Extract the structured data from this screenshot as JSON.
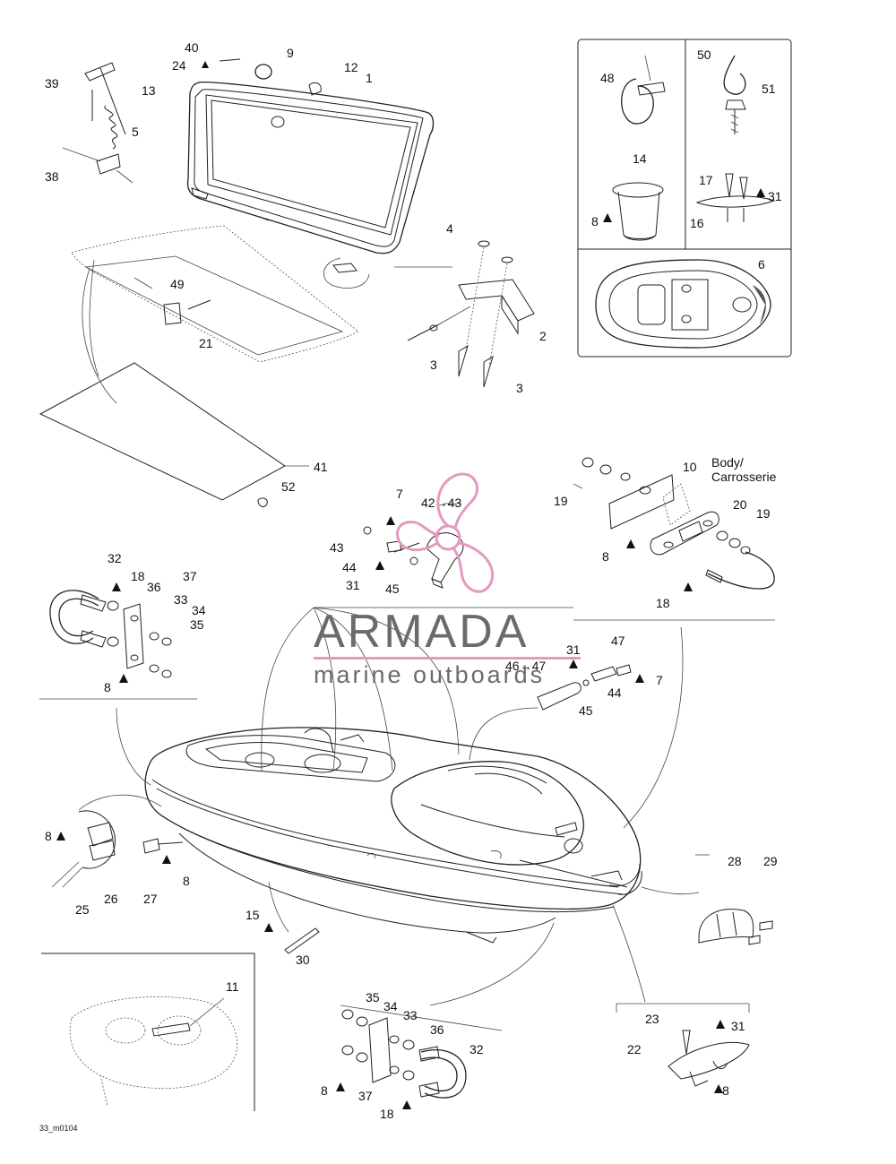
{
  "callouts": {
    "body_carrosserie": [
      "Body/",
      "Carrosserie"
    ]
  },
  "diagram_code": "33_m0104",
  "watermark": {
    "title": "ARMADA",
    "subtitle": "marine outboards",
    "color": "#e49ac0"
  },
  "labels": [
    {
      "id": "p40",
      "text": "40"
    },
    {
      "id": "p9",
      "text": "9"
    },
    {
      "id": "p24",
      "text": "24"
    },
    {
      "id": "p12",
      "text": "12"
    },
    {
      "id": "p1",
      "text": "1"
    },
    {
      "id": "p13",
      "text": "13"
    },
    {
      "id": "p39",
      "text": "39"
    },
    {
      "id": "p5",
      "text": "5"
    },
    {
      "id": "p38",
      "text": "38"
    },
    {
      "id": "p4",
      "text": "4"
    },
    {
      "id": "p2",
      "text": "2"
    },
    {
      "id": "p3a",
      "text": "3"
    },
    {
      "id": "p3b",
      "text": "3"
    },
    {
      "id": "p49",
      "text": "49"
    },
    {
      "id": "p21",
      "text": "21"
    },
    {
      "id": "p41",
      "text": "41"
    },
    {
      "id": "p52",
      "text": "52"
    },
    {
      "id": "p48",
      "text": "48"
    },
    {
      "id": "p50",
      "text": "50"
    },
    {
      "id": "p51",
      "text": "51"
    },
    {
      "id": "p14",
      "text": "14"
    },
    {
      "id": "p17",
      "text": "17"
    },
    {
      "id": "p31a",
      "text": "31"
    },
    {
      "id": "p8a",
      "text": "8"
    },
    {
      "id": "p16",
      "text": "16"
    },
    {
      "id": "p6",
      "text": "6"
    },
    {
      "id": "p10",
      "text": "10"
    },
    {
      "id": "p19a",
      "text": "19"
    },
    {
      "id": "p20",
      "text": "20"
    },
    {
      "id": "p19b",
      "text": "19"
    },
    {
      "id": "p8b",
      "text": "8"
    },
    {
      "id": "p18a",
      "text": "18"
    },
    {
      "id": "p7a",
      "text": "7"
    },
    {
      "id": "p42_43",
      "text": "42→43"
    },
    {
      "id": "p43",
      "text": "43"
    },
    {
      "id": "p44a",
      "text": "44"
    },
    {
      "id": "p31b",
      "text": "31"
    },
    {
      "id": "p45a",
      "text": "45"
    },
    {
      "id": "p32a",
      "text": "32"
    },
    {
      "id": "p18b",
      "text": "18"
    },
    {
      "id": "p36a",
      "text": "36"
    },
    {
      "id": "p37a",
      "text": "37"
    },
    {
      "id": "p33a",
      "text": "33"
    },
    {
      "id": "p34a",
      "text": "34"
    },
    {
      "id": "p35a",
      "text": "35"
    },
    {
      "id": "p8c",
      "text": "8"
    },
    {
      "id": "p31c",
      "text": "31"
    },
    {
      "id": "p47",
      "text": "47"
    },
    {
      "id": "p46_47",
      "text": "46→47"
    },
    {
      "id": "p44b",
      "text": "44"
    },
    {
      "id": "p7b",
      "text": "7"
    },
    {
      "id": "p45b",
      "text": "45"
    },
    {
      "id": "p8d",
      "text": "8"
    },
    {
      "id": "p8e",
      "text": "8"
    },
    {
      "id": "p25",
      "text": "25"
    },
    {
      "id": "p26",
      "text": "26"
    },
    {
      "id": "p27",
      "text": "27"
    },
    {
      "id": "p28",
      "text": "28"
    },
    {
      "id": "p29",
      "text": "29"
    },
    {
      "id": "p15",
      "text": "15"
    },
    {
      "id": "p30",
      "text": "30"
    },
    {
      "id": "p11",
      "text": "11"
    },
    {
      "id": "p35b",
      "text": "35"
    },
    {
      "id": "p34b",
      "text": "34"
    },
    {
      "id": "p33b",
      "text": "33"
    },
    {
      "id": "p36b",
      "text": "36"
    },
    {
      "id": "p32b",
      "text": "32"
    },
    {
      "id": "p8f",
      "text": "8"
    },
    {
      "id": "p37b",
      "text": "37"
    },
    {
      "id": "p18c",
      "text": "18"
    },
    {
      "id": "p23",
      "text": "23"
    },
    {
      "id": "p31d",
      "text": "31"
    },
    {
      "id": "p22",
      "text": "22"
    },
    {
      "id": "p8g",
      "text": "8"
    }
  ]
}
